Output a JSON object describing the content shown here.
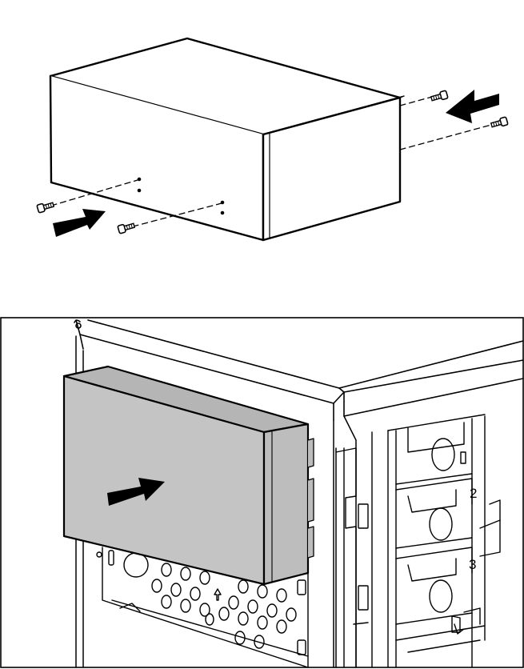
{
  "figure": {
    "colors": {
      "stroke": "#000000",
      "background": "#ffffff",
      "drive_fill": "#c4c4c4",
      "chassis_fill": "#ffffff"
    },
    "top_illustration": {
      "object": "drive-box",
      "screws": [
        "screw-left-front",
        "screw-left-rear",
        "screw-right-upper",
        "screw-right-lower"
      ],
      "arrows": [
        "arrow-right-pointing",
        "arrow-left-pointing"
      ]
    },
    "bottom_illustration": {
      "object": "drive-inserted-into-chassis",
      "arrow": "arrow-right-pointing",
      "bay_labels": [
        "2",
        "3"
      ]
    }
  }
}
